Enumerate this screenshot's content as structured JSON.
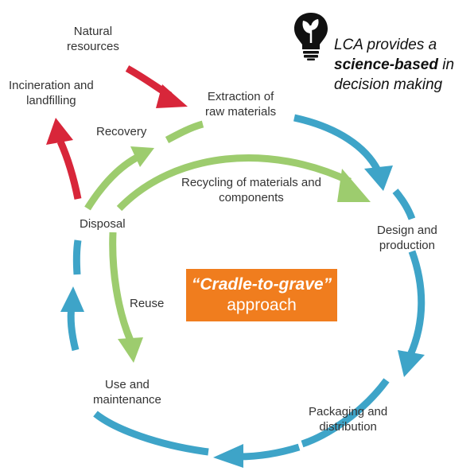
{
  "colors": {
    "blue": "#3ea4c8",
    "green": "#9dcc6e",
    "red": "#d8263a",
    "orange": "#f07d1e",
    "bulb": "#111111"
  },
  "icon": "lightbulb-leaf-icon",
  "tagline": {
    "line1": "LCA provides a",
    "line2_bold": "science-based",
    "line2_rest": " in",
    "line3": "decision making"
  },
  "center": {
    "title": "“Cradle-to-grave”",
    "subtitle": "approach"
  },
  "labels": {
    "natural_resources": "Natural\nresources",
    "incineration": "Incineration and\nlandfilling",
    "extraction": "Extraction of\nraw materials",
    "recovery": "Recovery",
    "recycling": "Recycling of materials and\ncomponents",
    "disposal": "Disposal",
    "design": "Design and\nproduction",
    "reuse": "Reuse",
    "use": "Use and\nmaintenance",
    "packaging": "Packaging and\ndistribution"
  }
}
